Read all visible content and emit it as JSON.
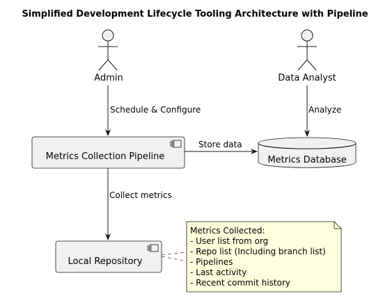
{
  "title": "Simplified Development Lifecycle Tooling Architecture with Pipeline",
  "actors": {
    "admin": {
      "label": "Admin"
    },
    "data_analyst": {
      "label": "Data Analyst"
    }
  },
  "components": {
    "pipeline": {
      "label": "Metrics Collection Pipeline",
      "icon": "component-icon"
    },
    "repository": {
      "label": "Local Repository",
      "icon": "component-icon"
    }
  },
  "database": {
    "label": "Metrics Database",
    "icon": "database-cylinder"
  },
  "edges": {
    "schedule": {
      "label": "Schedule & Configure"
    },
    "store": {
      "label": "Store data"
    },
    "analyze": {
      "label": "Analyze"
    },
    "collect": {
      "label": "Collect metrics"
    }
  },
  "note": {
    "title": "Metrics Collected:",
    "items": [
      "- User list from org",
      "- Repo list (Including branch list)",
      "- Pipelines",
      "- Last activity",
      "- Recent commit history"
    ]
  },
  "colors": {
    "node_fill": "#f1f1f1",
    "node_stroke": "#181818",
    "note_fill": "#feffdd",
    "note_stroke": "#181818",
    "line": "#181818"
  }
}
